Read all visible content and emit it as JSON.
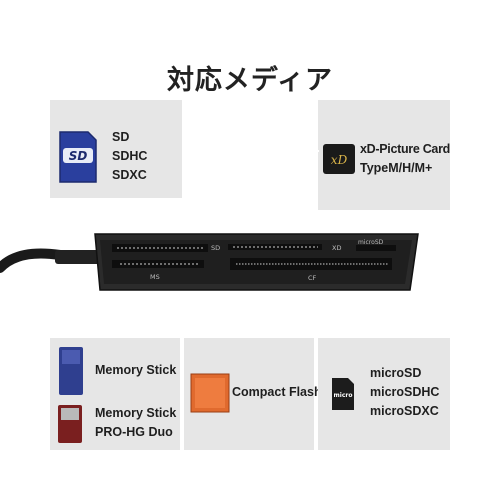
{
  "title": "対応メディア",
  "panels": {
    "sd": {
      "lines": [
        "SD",
        "SDHC",
        "SDXC"
      ]
    },
    "xd": {
      "lines": [
        "xD-Picture Card",
        "TypeM/H/M+"
      ]
    },
    "ms": {
      "lines_1": [
        "Memory Stick"
      ],
      "lines_2": [
        "Memory Stick",
        "PRO-HG Duo"
      ]
    },
    "cf": {
      "lines": [
        "Compact Flash"
      ]
    },
    "micro": {
      "lines": [
        "microSD",
        "microSDHC",
        "microSDXC"
      ]
    }
  },
  "reader": {
    "slot_labels": {
      "sd": "SD",
      "xd": "XD",
      "microsd": "microSD",
      "ms": "MS",
      "cf": "CF"
    }
  },
  "card_marks": {
    "sd_logo": "SD",
    "xd_logo": "xD",
    "micro_logo": "micro"
  },
  "colors": {
    "panel": "#e6e6e6",
    "reader_body": "#2b2b2b",
    "sd_card": "#2a3f9e",
    "cf_card": "#e06a2e",
    "ms_card_1": "#2f3f8f",
    "ms_card_2": "#7a1f1f"
  }
}
